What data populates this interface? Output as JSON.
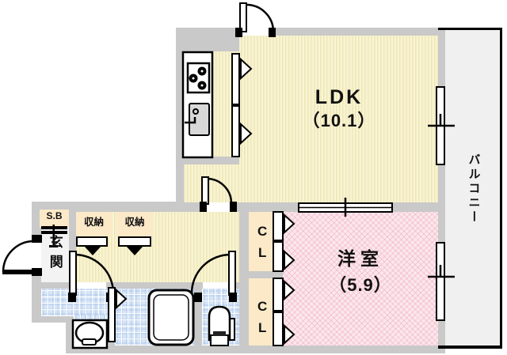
{
  "plan": {
    "rooms": {
      "ldk": {
        "label": "LDK",
        "area": "（10.1）"
      },
      "western": {
        "label": "洋室",
        "area": "（5.9）"
      },
      "balcony": {
        "label": "バルコニー"
      },
      "entrance": {
        "label": "玄関"
      },
      "shoe_box": {
        "label": "S.B"
      },
      "storage_left": {
        "label": "収納"
      },
      "storage_right": {
        "label": "収納"
      },
      "closet_upper": {
        "label": "CL"
      },
      "closet_lower": {
        "label": "CL"
      }
    },
    "palette": {
      "wall_gray": "#c9c9c9",
      "ldk_floor_yellow": "#f6f0c8",
      "western_floor_pink": "#fbe7ed",
      "closet_cream": "#fce9c8",
      "wet_area_blue": "#d9e6f6",
      "balcony_gray": "#f0f0f0",
      "entrance_floor": "#f3f3f3",
      "outline_black": "#000000"
    }
  }
}
